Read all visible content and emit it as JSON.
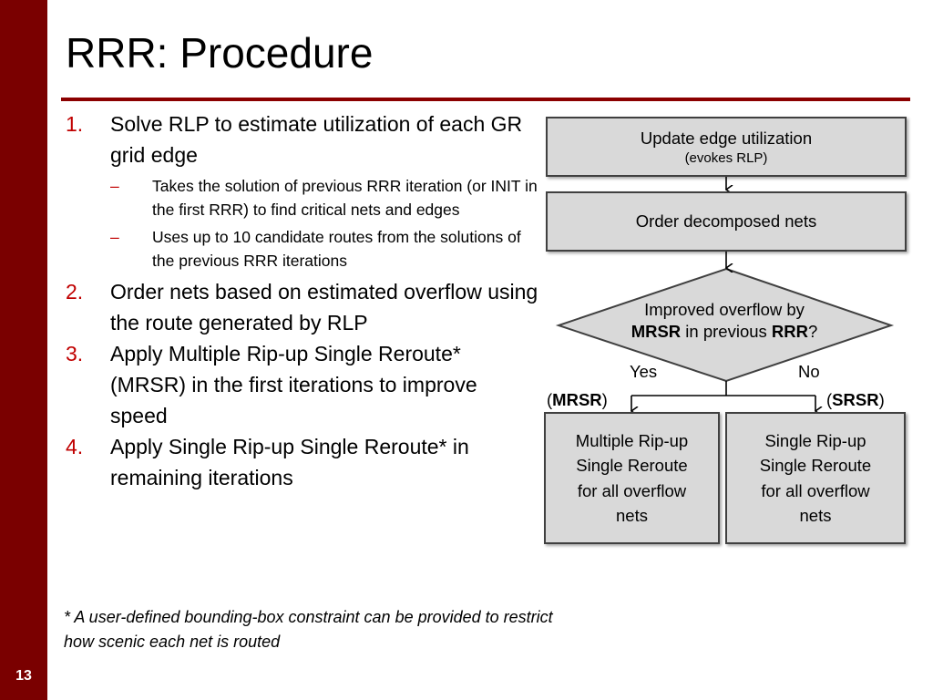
{
  "slide": {
    "title": "RRR: Procedure",
    "page_number": "13"
  },
  "bullets": [
    {
      "number": "1.",
      "text": "Solve RLP to estimate utilization of each GR grid edge",
      "subitems": [
        "Takes the solution of previous RRR iteration (or INIT in the first RRR) to find critical nets and edges",
        "Uses up to 10 candidate routes from the solutions of the previous RRR iterations"
      ]
    },
    {
      "number": "2.",
      "text": "Order nets based on estimated overflow using the route generated by RLP"
    },
    {
      "number": "3.",
      "text": "Apply Multiple Rip-up Single Reroute* (MRSR) in the first iterations to improve speed"
    },
    {
      "number": "4.",
      "text": "Apply Single Rip-up Single Reroute* in remaining iterations"
    }
  ],
  "sub_marker": "–",
  "footnote": "* A user-defined bounding-box constraint can be provided to restrict how scenic each net is routed",
  "flowchart": {
    "update_box": {
      "main": "Update edge utilization",
      "sub": "(evokes RLP)"
    },
    "order_box": "Order decomposed nets",
    "decision": {
      "line1": "Improved overflow by",
      "bold1": "MRSR",
      "mid": " in previous ",
      "bold2": "RRR",
      "end": "?"
    },
    "yes_label": "Yes",
    "no_label": "No",
    "mrsr_tag": "MRSR",
    "srsr_tag": "SRSR",
    "paren_open": "(",
    "paren_close": ")",
    "mrsr_box": [
      "Multiple Rip-up",
      "Single Reroute",
      "for all overflow",
      "nets"
    ],
    "srsr_box": [
      "Single Rip-up",
      "Single Reroute",
      "for all overflow",
      "nets"
    ]
  },
  "colors": {
    "sidebar": "#7a0000",
    "accent": "#c00000",
    "box_fill": "#d9d9d9"
  }
}
